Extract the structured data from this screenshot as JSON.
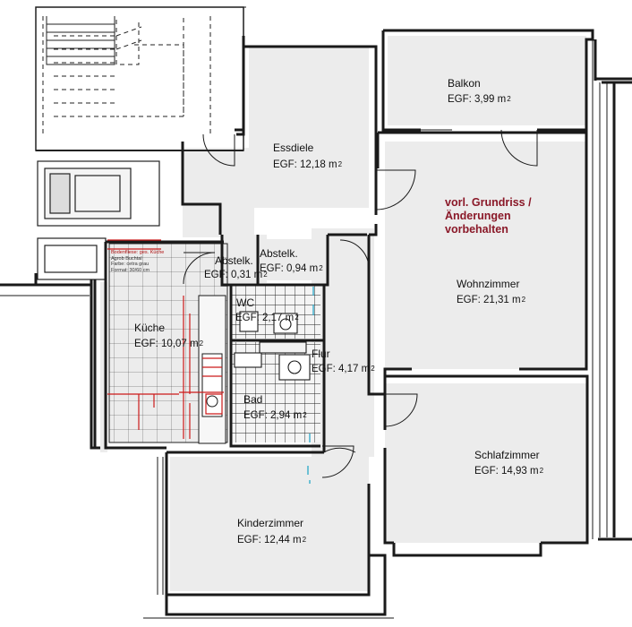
{
  "plan": {
    "rooms": [
      {
        "id": "balkon",
        "name": "Balkon",
        "area": "EGF: 3,99"
      },
      {
        "id": "essdiele",
        "name": "Essdiele",
        "area": "EGF: 12,18"
      },
      {
        "id": "abstelk1",
        "name": "Abstelk.",
        "area": "EGF: 0,31"
      },
      {
        "id": "abstelk2",
        "name": "Abstelk.",
        "area": "EGF: 0,94"
      },
      {
        "id": "wohnzimmer",
        "name": "Wohnzimmer",
        "area": "EGF: 21,31"
      },
      {
        "id": "kueche",
        "name": "Küche",
        "area": "EGF: 10,07"
      },
      {
        "id": "wc",
        "name": "WC",
        "area": "EGF: 2,17"
      },
      {
        "id": "flur",
        "name": "Flur",
        "area": "EGF: 4,17"
      },
      {
        "id": "bad",
        "name": "Bad",
        "area": "EGF: 2,94"
      },
      {
        "id": "schlafzimmer",
        "name": "Schlafzimmer",
        "area": "EGF: 14,93"
      },
      {
        "id": "kinderzimmer",
        "name": "Kinderzimmer",
        "area": "EGF: 12,44"
      }
    ],
    "area_unit": "m",
    "area_exponent": "2",
    "note": {
      "line1": "vorl. Grundriss /",
      "line2": "Änderungen",
      "line3": "vorbehalten"
    },
    "tile_note": {
      "line1": "Bodenfliese: ges. Küche",
      "line2": "Agrob Buchtal",
      "line3": "Farbe: cetra grau",
      "line4": "Format: 30/60 cm"
    },
    "colors": {
      "floor": "#ececec",
      "wall": "#1a1a1a",
      "tile_line": "#2a2a2a",
      "accent_red": "#cc1a1a",
      "note_text": "#8a1828",
      "accent_cyan": "#29a8c8"
    }
  }
}
